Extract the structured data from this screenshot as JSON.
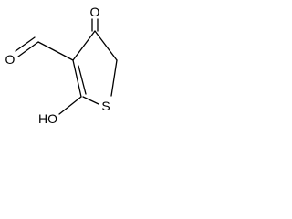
{
  "molecule": {
    "atoms": {
      "carbonyl_oxygen": "O",
      "aldehyde_oxygen": "O",
      "ring_sulfur": "S",
      "hydroxyl": "HO"
    }
  }
}
